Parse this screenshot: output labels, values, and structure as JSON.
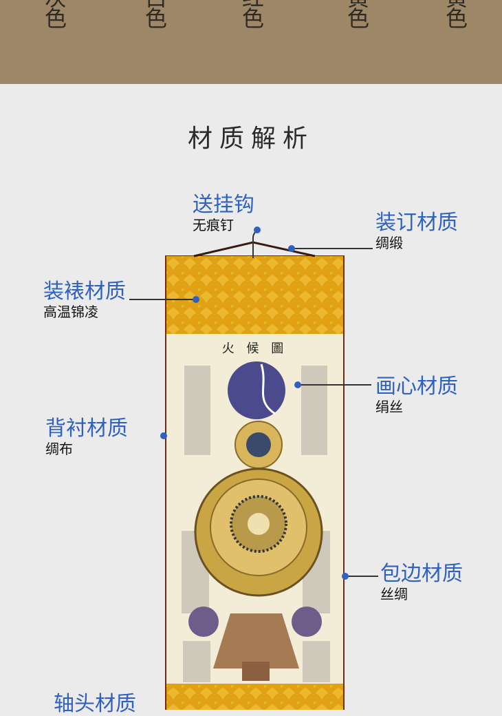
{
  "color_swatches": [
    {
      "label": "灰色"
    },
    {
      "label": "白色"
    },
    {
      "label": "红色"
    },
    {
      "label": "黄色"
    },
    {
      "label": "黄色"
    }
  ],
  "section_title": "材质解析",
  "painting_title": "火 候 圖",
  "labels": {
    "hook": {
      "title": "送挂钩",
      "sub": "无痕钉"
    },
    "binding": {
      "title": "装订材质",
      "sub": "绸缎"
    },
    "mounting": {
      "title": "装裱材质",
      "sub": "高温锦凌"
    },
    "core": {
      "title": "画心材质",
      "sub": "绢丝"
    },
    "backing": {
      "title": "背衬材质",
      "sub": "绸布"
    },
    "edging": {
      "title": "包边材质",
      "sub": "丝绸"
    },
    "rod": {
      "title": "轴头材质"
    }
  },
  "colors": {
    "band": "#9e8766",
    "accent": "#2f62c0",
    "brocade": "#e0a214",
    "canvas": "#f3ecd6"
  }
}
